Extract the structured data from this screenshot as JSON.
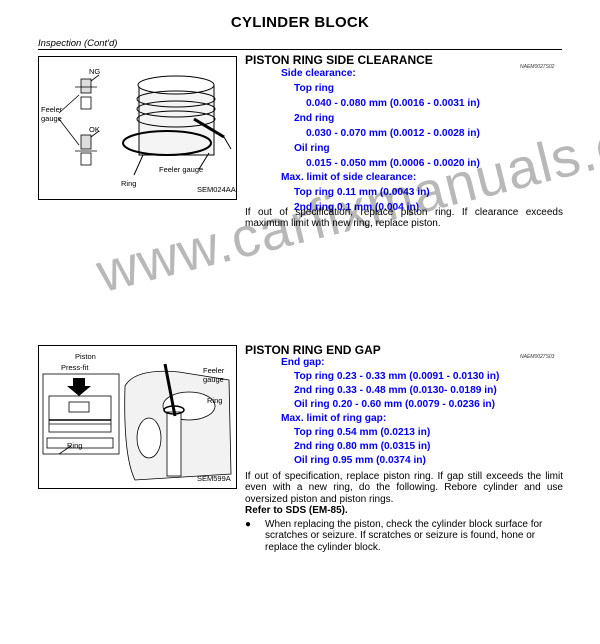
{
  "page_title": "CYLINDER BLOCK",
  "subheader": "Inspection (Cont'd)",
  "section1": {
    "title": "PISTON RING SIDE CLEARANCE",
    "code": "NAEM0027S02",
    "lines": [
      "Side clearance:",
      "Top ring",
      "0.040 - 0.080 mm (0.0016 - 0.0031 in)",
      "2nd ring",
      "0.030 - 0.070 mm (0.0012 - 0.0028 in)",
      "Oil ring",
      "0.015 - 0.050 mm (0.0006 - 0.0020 in)",
      "Max. limit of side clearance:",
      "Top ring 0.11 mm (0.0043 in)",
      "2nd ring 0.1 mm (0.004 in)"
    ],
    "note": "If out of specification, replace piston ring. If clearance exceeds maximum limit with new ring, replace piston.",
    "figure": {
      "labels": {
        "ng": "NG",
        "feeler_gauge_left": "Feeler gauge",
        "ok": "OK",
        "feeler_gauge_right": "Feeler gauge",
        "ring": "Ring"
      },
      "figure_id": "SEM024AA"
    }
  },
  "section2": {
    "title": "PISTON RING END GAP",
    "code": "NAEM0027S03",
    "lines": [
      "End gap:",
      "Top ring 0.23 - 0.33 mm (0.0091 - 0.0130 in)",
      "2nd ring 0.33 - 0.48 mm (0.0130- 0.0189 in)",
      "Oil ring 0.20 - 0.60 mm (0.0079 - 0.0236 in)",
      "Max. limit of ring gap:",
      "Top ring 0.54 mm (0.0213 in)",
      "2nd ring 0.80 mm (0.0315 in)",
      "Oil ring 0.95 mm (0.0374 in)"
    ],
    "note": "If out of specification, replace piston ring. If gap still exceeds the limit even with a new ring, do the following. Rebore cylinder and use oversized piston and piston rings.",
    "refer": "Refer to SDS (EM-85).",
    "bullet": "When replacing the piston, check the cylinder block surface for scratches or seizure. If scratches or seizure is found, hone or replace the cylinder block.",
    "figure": {
      "labels": {
        "piston": "Piston",
        "press_fit": "Press-fit",
        "ring": "Ring",
        "feeler_gauge": "Feeler gauge",
        "ring_right": "Ring"
      },
      "figure_id": "SEM599A"
    }
  },
  "watermark": "www.carfixmanuals.com"
}
